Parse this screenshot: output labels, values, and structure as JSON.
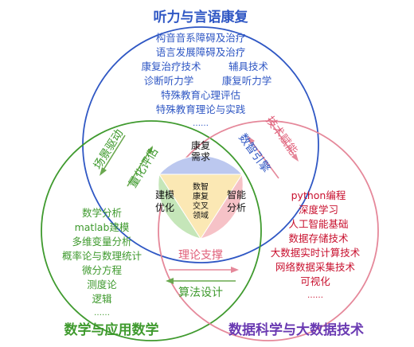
{
  "circles": {
    "top": {
      "title": "听力与言语康复",
      "color": "#2f57c4",
      "items": [
        "构音音系障碍及治疗",
        "语言发展障碍及治疗",
        "康复治疗技术",
        "辅具技术",
        "诊断听力学",
        "康复听力学",
        "特殊教育心理评估",
        "特殊教育理论与实践",
        "……"
      ]
    },
    "left": {
      "title": "数学与应用数学",
      "color": "#3f9a2e",
      "items": [
        "数学分析",
        "matlab建模",
        "多维变量分析",
        "概率论与数理统计",
        "微分方程",
        "测度论",
        "逻辑",
        "……"
      ]
    },
    "right": {
      "title": "数据科学与大数据技术",
      "color": "#c8102e",
      "title_color": "#6a3ab2",
      "items": [
        "python编程",
        "深度学习",
        "人工智能基础",
        "数据存储技术",
        "大数据实时计算技术",
        "网络数据采集技术",
        "可视化",
        "……"
      ]
    }
  },
  "arrows": {
    "scene_driven": "场景驱动",
    "quant_eval": "量化评估",
    "tech_empower": "技术赋能",
    "data_guide": "数智引擎",
    "theory_support": "理论支撑",
    "algo_design": "算法设计"
  },
  "center": {
    "top": "康复需求",
    "left": "建模优化",
    "right": "智能分析",
    "middle": "数智康复交叉领域",
    "colors": {
      "top": "#bcc8ef",
      "left": "#c5e6b9",
      "right": "#f6c2c7",
      "middle": "#fbe8b4"
    }
  }
}
